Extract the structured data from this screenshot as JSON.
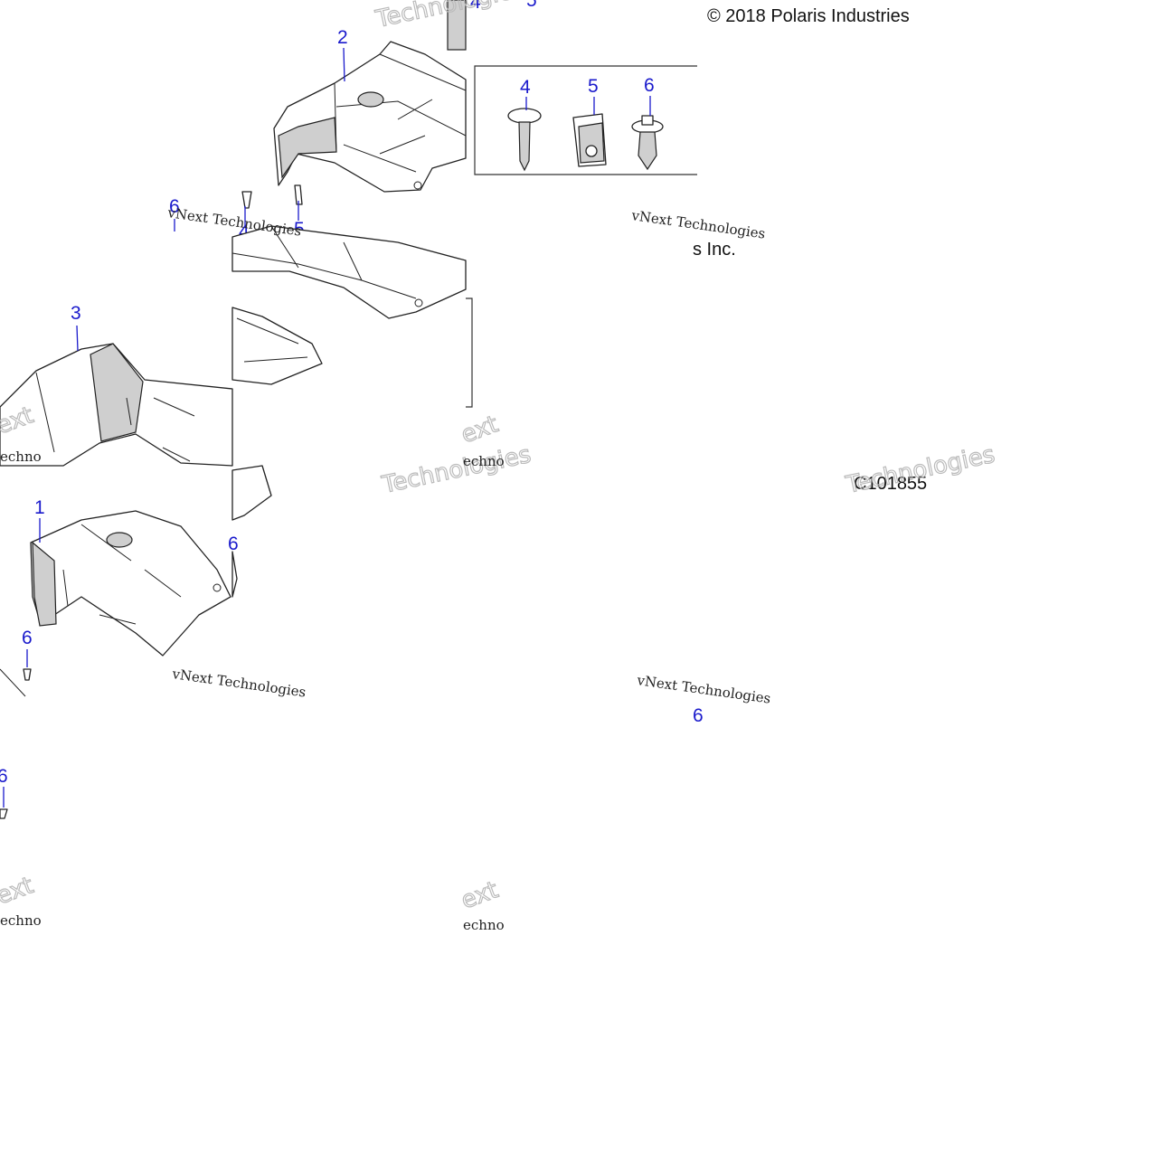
{
  "diagram": {
    "copyright": "© 2018 Polaris Industries",
    "copyright_tail": "s Inc.",
    "drawing_code": "C101855",
    "callouts": [
      "1",
      "2",
      "3",
      "4",
      "5",
      "6"
    ],
    "watermark": {
      "line1": "vNext Technologies",
      "big": "Technologies",
      "short": "ext",
      "tail": "echno"
    },
    "inset_hardware": [
      {
        "label": "4",
        "icon": "torx-screw-icon"
      },
      {
        "label": "5",
        "icon": "clip-nut-icon"
      },
      {
        "label": "6",
        "icon": "push-rivet-icon"
      }
    ]
  }
}
